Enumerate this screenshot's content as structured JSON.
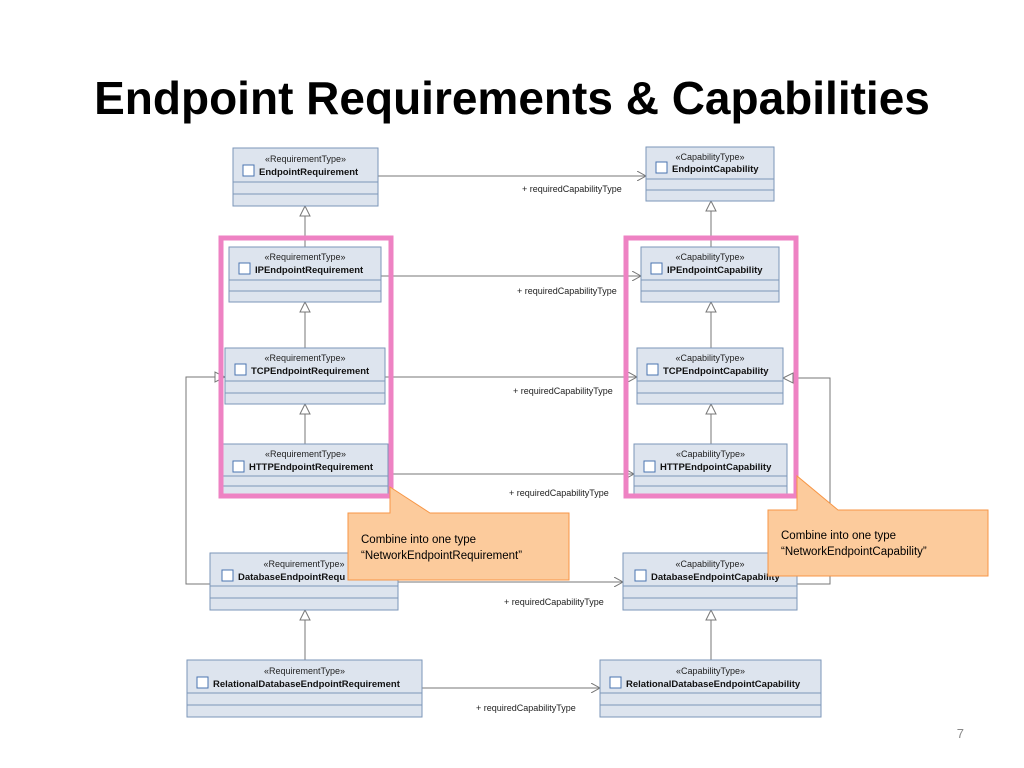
{
  "title": "Endpoint Requirements & Capabilities",
  "page_number": "7",
  "stereotypes": {
    "requirement": "«RequirementType»",
    "capability": "«CapabilityType»"
  },
  "requirements": [
    "EndpointRequirement",
    "IPEndpointRequirement",
    "TCPEndpointRequirement",
    "HTTPEndpointRequirement",
    "DatabaseEndpointRequ",
    "RelationalDatabaseEndpointRequirement"
  ],
  "capabilities": [
    "EndpointCapability",
    "IPEndpointCapability",
    "TCPEndpointCapability",
    "HTTPEndpointCapability",
    "DatabaseEndpointCapability",
    "RelationalDatabaseEndpointCapability"
  ],
  "association_label": "+ requiredCapabilityType",
  "callouts": [
    {
      "line1": "Combine into one type",
      "line2": "“NetworkEndpointRequirement”"
    },
    {
      "line1": "Combine into one type",
      "line2": "“NetworkEndpointCapability”"
    }
  ],
  "colors": {
    "class_fill": "#dde4ee",
    "class_border": "#7b96b8",
    "highlight": "#ee82c3",
    "callout_fill": "#fccb9c",
    "callout_border": "#f79646"
  }
}
